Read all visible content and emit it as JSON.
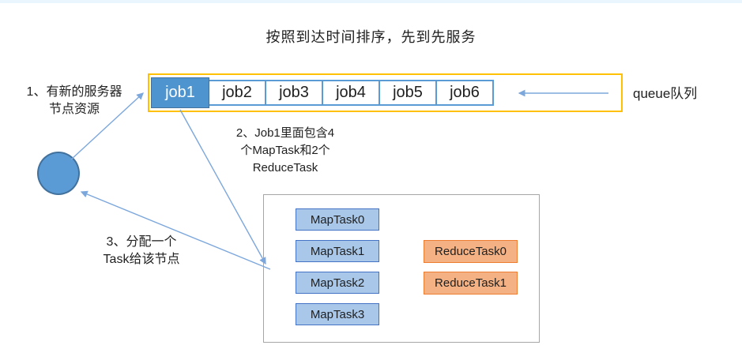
{
  "title": "按照到达时间排序，先到先服务",
  "queue": {
    "jobs": [
      "job1",
      "job2",
      "job3",
      "job4",
      "job5",
      "job6"
    ],
    "selected_job": "job1",
    "label": "queue队列"
  },
  "annotations": {
    "step1": {
      "lines": [
        "1、有新的服务器",
        "节点资源"
      ]
    },
    "step2": {
      "lines": [
        "2、Job1里面包含4",
        "个MapTask和2个",
        "ReduceTask"
      ]
    },
    "step3": {
      "lines": [
        "3、分配一个",
        "Task给该节点"
      ]
    }
  },
  "tasks": {
    "map": [
      "MapTask0",
      "MapTask1",
      "MapTask2",
      "MapTask3"
    ],
    "reduce": [
      "ReduceTask0",
      "ReduceTask1"
    ]
  },
  "colors": {
    "queue_border": "#FFC000",
    "cell_border": "#5B9BD5",
    "job_selected_fill": "#4E95D0",
    "circle_fill": "#5B9BD5",
    "circle_border": "#41719C",
    "map_fill": "#A9C7E8",
    "map_border": "#4472C4",
    "reduce_fill": "#F4B183",
    "reduce_border": "#ED7D31",
    "container_border": "#A6A6A6",
    "arrow": "#7CA7DC",
    "text": "#1F1F1F"
  }
}
